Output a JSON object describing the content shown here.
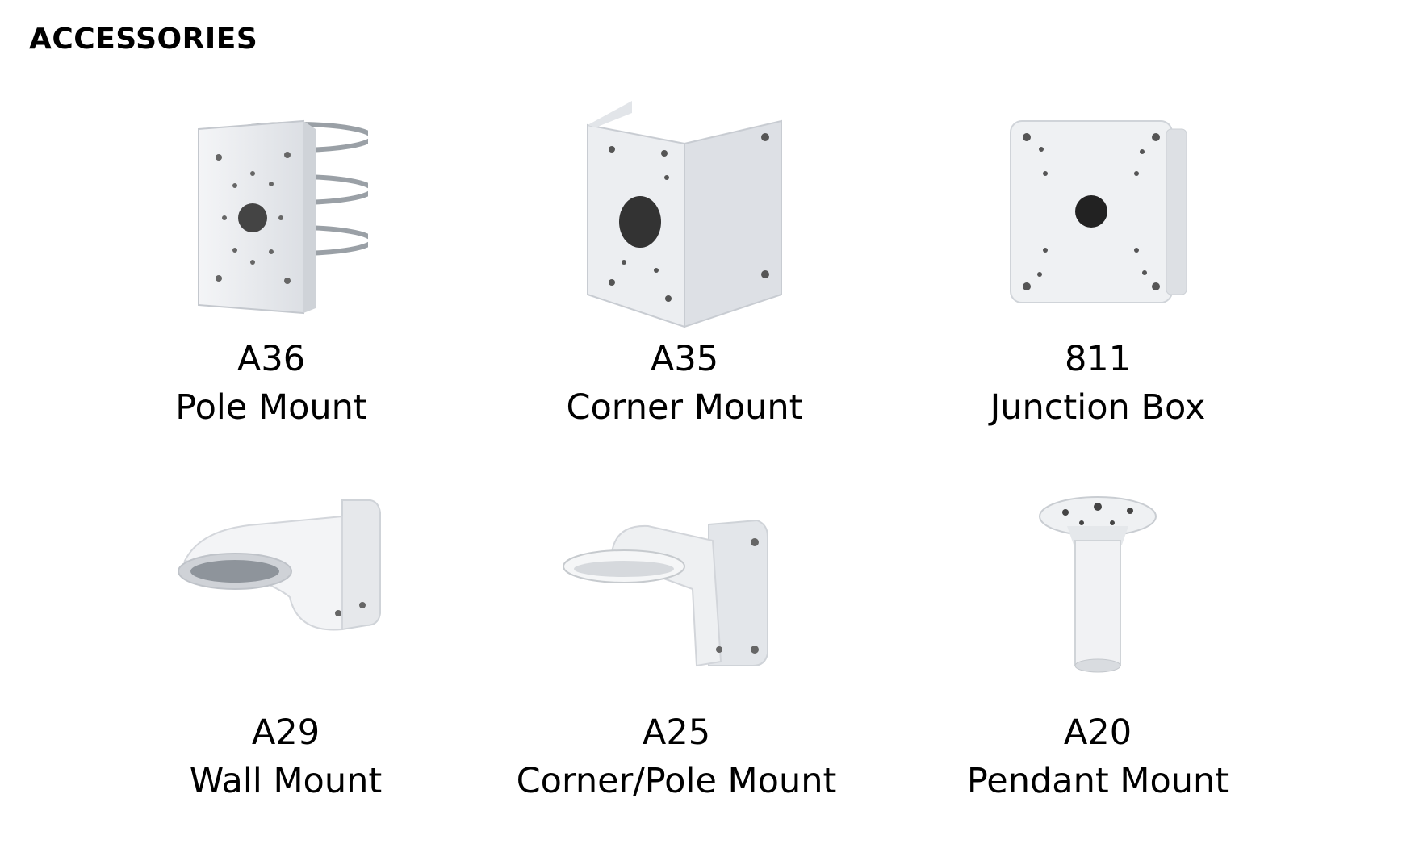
{
  "heading": "ACCESSORIES",
  "accessories": [
    {
      "model": "A36",
      "name": "Pole Mount",
      "icon": "pole-mount-icon"
    },
    {
      "model": "A35",
      "name": "Corner Mount",
      "icon": "corner-mount-icon"
    },
    {
      "model": "811",
      "name": "Junction Box",
      "icon": "junction-box-icon"
    },
    {
      "model": "A29",
      "name": "Wall Mount",
      "icon": "wall-mount-icon"
    },
    {
      "model": "A25",
      "name": "Corner/Pole Mount",
      "icon": "corner-pole-mount-icon"
    },
    {
      "model": "A20",
      "name": "Pendant Mount",
      "icon": "pendant-mount-icon"
    }
  ]
}
